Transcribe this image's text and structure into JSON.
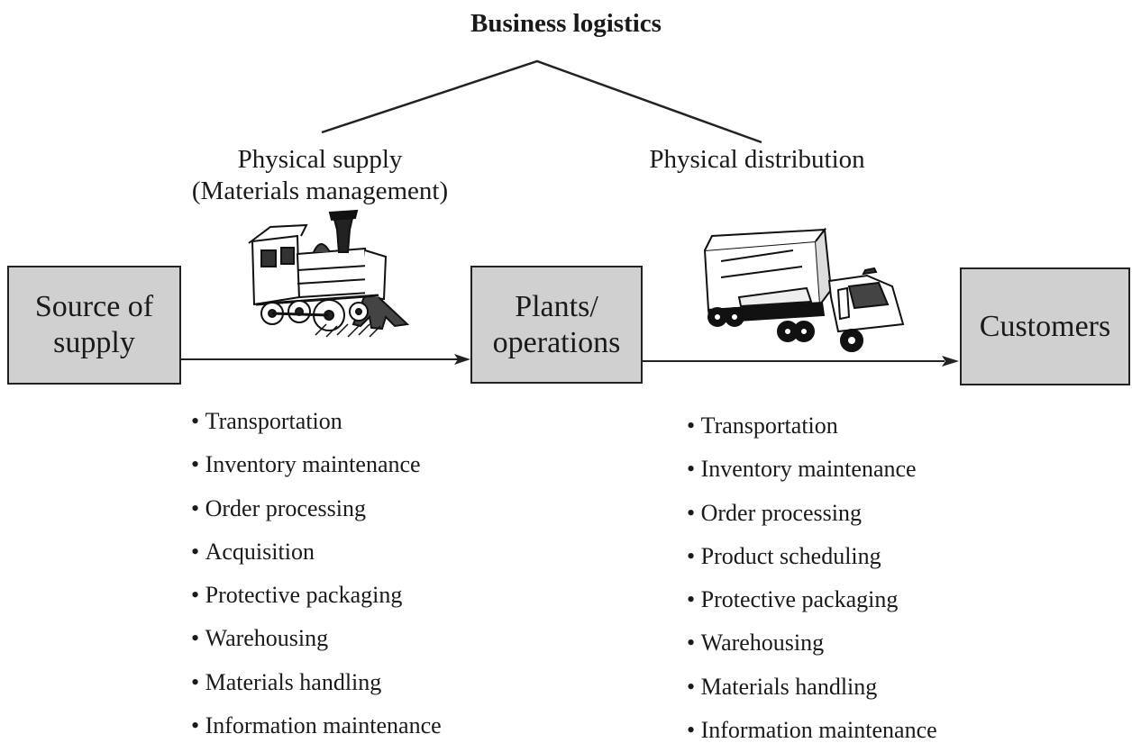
{
  "title": "Business logistics",
  "branches": {
    "supply_line1": "Physical supply",
    "supply_line2": "(Materials management)",
    "distribution": "Physical distribution"
  },
  "boxes": {
    "source_line1": "Source of",
    "source_line2": "supply",
    "plants_line1": "Plants/",
    "plants_line2": "operations",
    "customers": "Customers"
  },
  "supply_activities": [
    "Transportation",
    "Inventory maintenance",
    "Order processing",
    "Acquisition",
    "Protective packaging",
    "Warehousing",
    "Materials handling",
    "Information maintenance"
  ],
  "distribution_activities": [
    "Transportation",
    "Inventory maintenance",
    "Order processing",
    "Product scheduling",
    "Protective packaging",
    "Warehousing",
    "Materials handling",
    "Information maintenance"
  ],
  "icons": {
    "supply": "steam-locomotive-icon",
    "distribution": "truck-icon"
  }
}
